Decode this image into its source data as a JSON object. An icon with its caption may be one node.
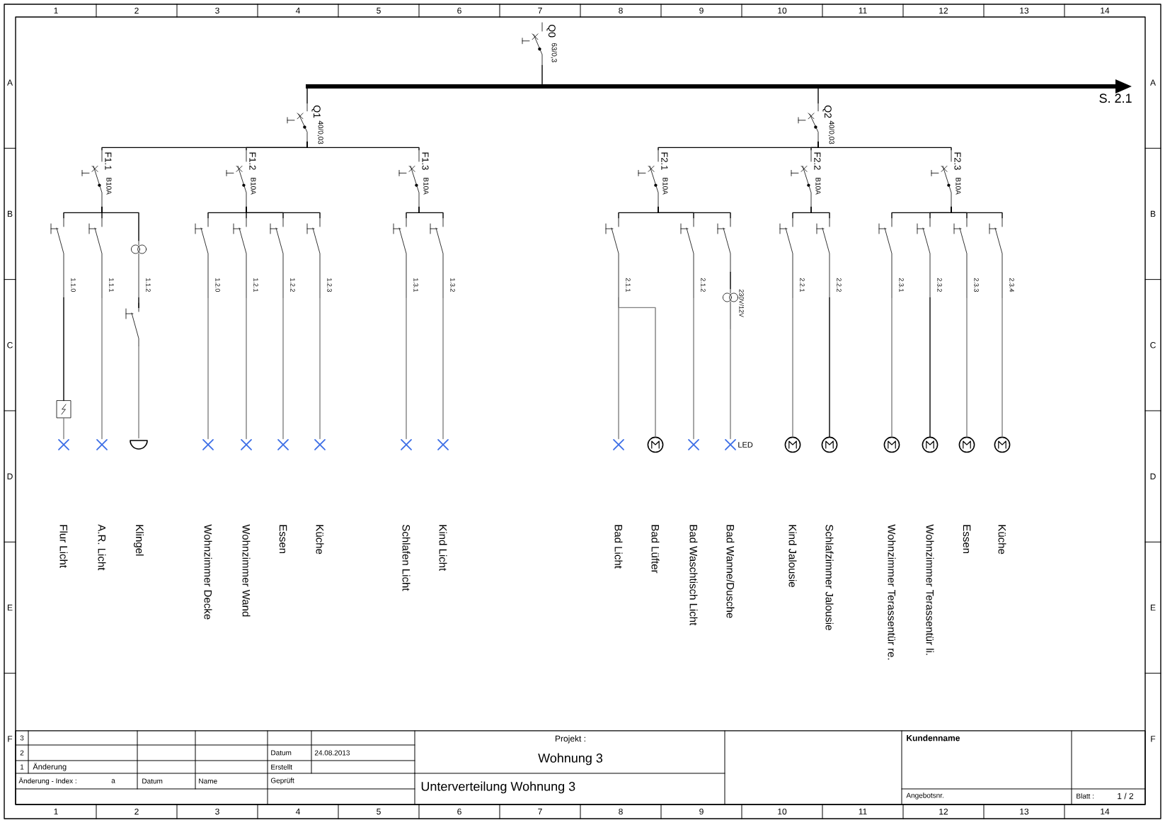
{
  "diagram": {
    "nodes": [
      {
        "text": [
          "Q0",
          "63/0,3"
        ]
      },
      {
        "text": [],
        "shape": "bar"
      },
      {
        "text": [
          "Q1",
          "40/0,03"
        ]
      },
      {
        "text": [
          "Q2",
          "40/0,03"
        ]
      },
      {
        "text": [
          "F1.1",
          "B10A"
        ]
      },
      {
        "text": [
          "F1.2",
          "B10A"
        ]
      },
      {
        "text": [
          "F1.3",
          "B10A"
        ]
      },
      {
        "text": [
          "F2.1",
          "B10A"
        ]
      },
      {
        "text": [
          "F2.2",
          "B10A"
        ]
      },
      {
        "text": [
          "F2.3",
          "B10A"
        ]
      },
      {
        "text": [
          "1.1.0"
        ]
      },
      {
        "text": [
          "1.1.1"
        ]
      },
      {
        "text": [
          "1.1.2"
        ]
      },
      {
        "text": [],
        "shape": "switch"
      },
      {
        "text": [
          "1.2.0"
        ]
      },
      {
        "text": [
          "1.2.1"
        ]
      },
      {
        "text": [
          "1.2.2"
        ]
      },
      {
        "text": [
          "1.2.3"
        ]
      },
      {
        "text": [
          "1.3.1"
        ]
      },
      {
        "text": [
          "1.3.2"
        ]
      },
      {
        "text": [
          "2.1.1"
        ]
      },
      {
        "text": [
          "2.1.2"
        ]
      },
      {
        "text": [],
        "shape": "switch"
      },
      {
        "text": [
          "230V/12V"
        ]
      },
      {
        "text": [
          "2.2.1"
        ]
      },
      {
        "text": [
          "2.2.2"
        ]
      },
      {
        "text": [
          "2.3.1"
        ]
      },
      {
        "text": [
          "2.3.2"
        ]
      },
      {
        "text": [
          "2.3.3"
        ]
      },
      {
        "text": [
          "2.3.4"
        ]
      },
      {
        "text": [],
        "shape": "box"
      },
      {
        "text": [],
        "shape": "cross"
      },
      {
        "text": [],
        "shape": "cross"
      },
      {
        "text": [],
        "shape": "bell"
      },
      {
        "text": [],
        "shape": "cross"
      },
      {
        "text": [],
        "shape": "cross"
      },
      {
        "text": [],
        "shape": "cross"
      },
      {
        "text": [],
        "shape": "cross"
      },
      {
        "text": [],
        "shape": "cross"
      },
      {
        "text": [],
        "shape": "cross"
      },
      {
        "text": [],
        "shape": "cross"
      },
      {
        "text": [],
        "shape": "circle"
      },
      {
        "text": [],
        "shape": "cross"
      },
      {
        "text": [],
        "shape": "cross",
        "beside": [
          "LED"
        ]
      },
      {
        "text": [],
        "shape": "circle"
      },
      {
        "text": [],
        "shape": "circle"
      },
      {
        "text": [],
        "shape": "circle"
      },
      {
        "text": [],
        "shape": "circle"
      },
      {
        "text": [],
        "shape": "circle"
      },
      {
        "text": [],
        "shape": "circle"
      },
      {
        "text": [
          "S. 2.1"
        ]
      }
    ],
    "edges": [
      {
        "from": 0,
        "to": 1,
        "arrow": "none"
      },
      {
        "from": 1,
        "to": 50,
        "arrow": "to",
        "style": "thick"
      },
      {
        "from": 1,
        "to": 2,
        "arrow": "none"
      },
      {
        "from": 1,
        "to": 3,
        "arrow": "none"
      },
      {
        "from": 2,
        "to": 4,
        "arrow": "none"
      },
      {
        "from": 2,
        "to": 5,
        "arrow": "none"
      },
      {
        "from": 2,
        "to": 6,
        "arrow": "none"
      },
      {
        "from": 3,
        "to": 7,
        "arrow": "none"
      },
      {
        "from": 3,
        "to": 8,
        "arrow": "none"
      },
      {
        "from": 3,
        "to": 9,
        "arrow": "none"
      },
      {
        "from": 4,
        "to": 10,
        "arrow": "none"
      },
      {
        "from": 4,
        "to": 11,
        "arrow": "none"
      },
      {
        "from": 4,
        "to": 12,
        "arrow": "none"
      },
      {
        "from": 12,
        "to": 13,
        "arrow": "none"
      },
      {
        "from": 10,
        "to": 30,
        "arrow": "none"
      },
      {
        "from": 30,
        "to": 31,
        "arrow": "none",
        "color": "#808080"
      },
      {
        "from": 11,
        "to": 32,
        "arrow": "none",
        "color": "#808080"
      },
      {
        "from": 13,
        "to": 33,
        "arrow": "none",
        "color": "#808080"
      },
      {
        "from": 5,
        "to": 14,
        "arrow": "none"
      },
      {
        "from": 5,
        "to": 15,
        "arrow": "none"
      },
      {
        "from": 5,
        "to": 16,
        "arrow": "none"
      },
      {
        "from": 5,
        "to": 17,
        "arrow": "none"
      },
      {
        "from": 14,
        "to": 34,
        "arrow": "none",
        "color": "#808080"
      },
      {
        "from": 15,
        "to": 35,
        "arrow": "none",
        "color": "#808080"
      },
      {
        "from": 16,
        "to": 36,
        "arrow": "none",
        "color": "#808080"
      },
      {
        "from": 17,
        "to": 37,
        "arrow": "none",
        "color": "#808080"
      },
      {
        "from": 6,
        "to": 18,
        "arrow": "none"
      },
      {
        "from": 6,
        "to": 19,
        "arrow": "none"
      },
      {
        "from": 18,
        "to": 38,
        "arrow": "none",
        "color": "#808080"
      },
      {
        "from": 19,
        "to": 39,
        "arrow": "none",
        "color": "#808080"
      },
      {
        "from": 7,
        "to": 20,
        "arrow": "none"
      },
      {
        "from": 7,
        "to": 21,
        "arrow": "none"
      },
      {
        "from": 7,
        "to": 22,
        "arrow": "none"
      },
      {
        "from": 20,
        "to": 40,
        "arrow": "none",
        "color": "#808080"
      },
      {
        "from": 20,
        "to": 41,
        "arrow": "none",
        "color": "#808080"
      },
      {
        "from": 21,
        "to": 42,
        "arrow": "none",
        "color": "#808080"
      },
      {
        "from": 22,
        "to": 23,
        "arrow": "none"
      },
      {
        "from": 23,
        "to": 43,
        "arrow": "none",
        "color": "#808080"
      },
      {
        "from": 8,
        "to": 24,
        "arrow": "none"
      },
      {
        "from": 8,
        "to": 25,
        "arrow": "none"
      },
      {
        "from": 24,
        "to": 44,
        "arrow": "none",
        "color": "#808080"
      },
      {
        "from": 25,
        "to": 45,
        "arrow": "none"
      },
      {
        "from": 9,
        "to": 26,
        "arrow": "none"
      },
      {
        "from": 9,
        "to": 27,
        "arrow": "none"
      },
      {
        "from": 9,
        "to": 28,
        "arrow": "none"
      },
      {
        "from": 9,
        "to": 29,
        "arrow": "none"
      },
      {
        "from": 26,
        "to": 46,
        "arrow": "none",
        "color": "#808080"
      },
      {
        "from": 27,
        "to": 47,
        "arrow": "none"
      },
      {
        "from": 28,
        "to": 48,
        "arrow": "none",
        "color": "#808080"
      },
      {
        "from": 29,
        "to": 49,
        "arrow": "none",
        "color": "#808080"
      }
    ],
    "labels": [
      "1",
      "2",
      "3",
      "4",
      "5",
      "6",
      "7",
      "8",
      "9",
      "10",
      "11",
      "12",
      "13",
      "14",
      "A",
      "B",
      "C",
      "D",
      "E",
      "F",
      "A",
      "B",
      "C",
      "D",
      "E",
      "F",
      "Flur Licht",
      "A.R. Licht",
      "Klingel",
      "Wohnzimmer Decke",
      "Wohnzimmer Wand",
      "Essen",
      "Küche",
      "Schlafen Licht",
      "Kind Licht",
      "Bad Licht",
      "Bad Lüfter",
      "Bad Waschtisch Licht",
      "Bad Wanne/Dusche",
      "Kind Jalousie",
      "Schlafzimmer Jalousie",
      "Wohnzimmer Terassentür re.",
      "Wohnzimmer Terassentür li.",
      "Essen",
      "Küche",
      "3",
      "2",
      "1",
      "Änderung",
      "Änderung - Index :",
      "a",
      "Datum",
      "Name",
      "Geprüft",
      "Datum",
      "24.08.2013",
      "Erstellt",
      "Projekt :",
      "Wohnung 3",
      "Unterverteilung Wohnung 3",
      "Kundenname",
      "Angebotsnr.",
      "Blatt :",
      "1 / 2",
      "1",
      "2",
      "3",
      "4",
      "5",
      "6",
      "7",
      "8",
      "9",
      "10",
      "11",
      "12",
      "13",
      "14"
    ]
  }
}
